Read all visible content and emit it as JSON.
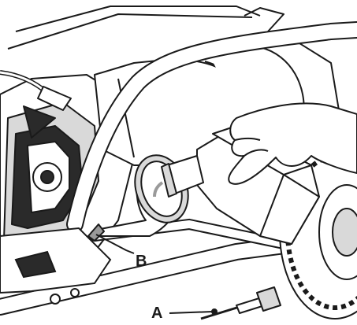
{
  "illustration": {
    "callouts": [
      {
        "id": "A",
        "label": "A",
        "target": "oil-fill-cap-dipstick"
      },
      {
        "id": "B",
        "label": "B",
        "target": "oil-fill-opening"
      }
    ],
    "colors": {
      "ink": "#1a1a1a",
      "background": "#ffffff",
      "shade_dark": "#2a2a2a",
      "shade_mid": "#9a9a9a",
      "shade_light": "#d9d9d9"
    },
    "icons": [
      "generator-frame",
      "oil-bottle",
      "funnel",
      "hand",
      "wheel",
      "dipstick"
    ]
  }
}
